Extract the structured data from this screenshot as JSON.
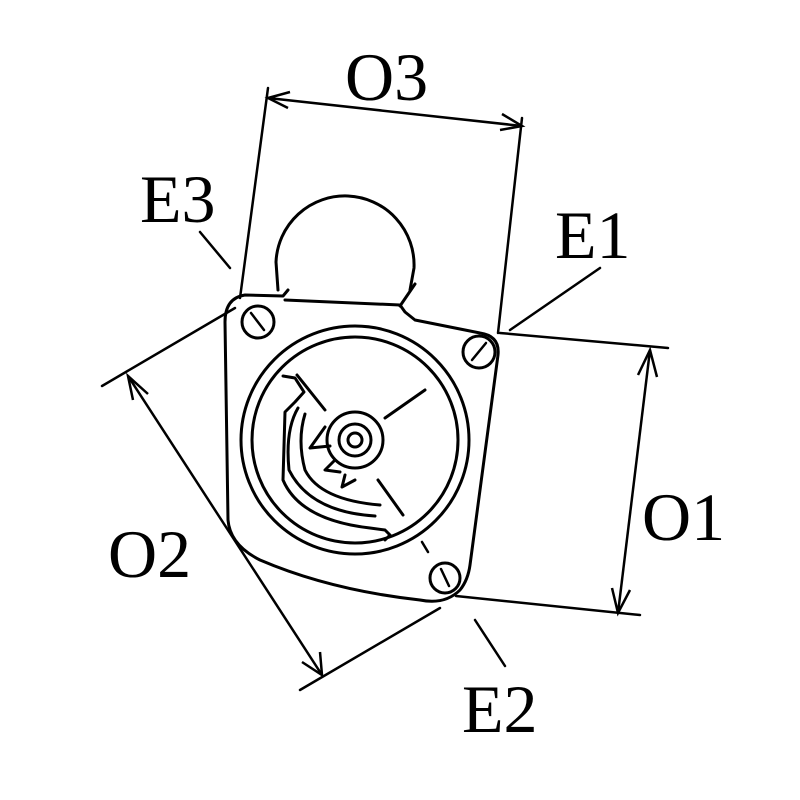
{
  "diagram": {
    "subject": "starter motor mounting flange outline",
    "line_color": "#000000",
    "background": "#ffffff",
    "labels": {
      "o1": "O1",
      "o2": "O2",
      "o3": "O3",
      "e1": "E1",
      "e2": "E2",
      "e3": "E3"
    }
  }
}
